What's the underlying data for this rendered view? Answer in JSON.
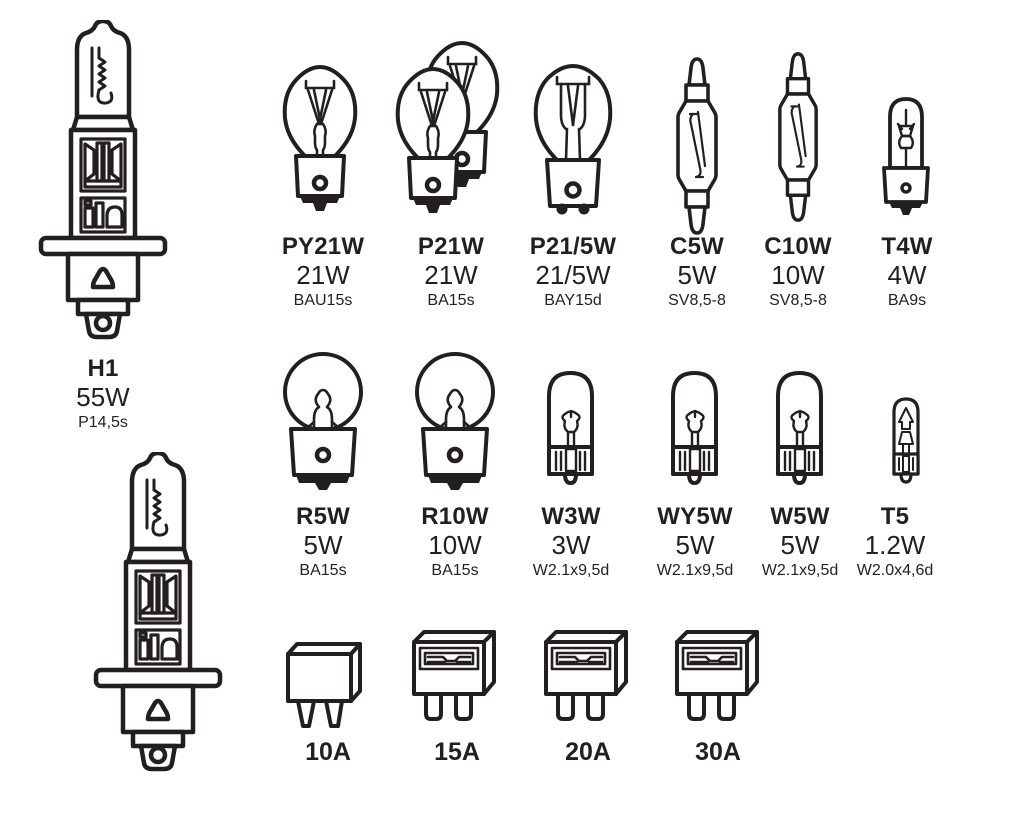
{
  "palette": {
    "ink": "#231f20",
    "background": "#ffffff"
  },
  "h1": {
    "name": "H1",
    "watt": "55W",
    "base": "P14,5s",
    "icon": "h1-halogen-bulb",
    "count_drawn": 2
  },
  "row1": [
    {
      "name": "PY21W",
      "watt": "21W",
      "base": "BAU15s",
      "icon": "pear-bulb"
    },
    {
      "name": "P21W",
      "watt": "21W",
      "base": "BA15s",
      "icon": "pear-bulb-pair"
    },
    {
      "name": "P21/5W",
      "watt": "21/5W",
      "base": "BAY15d",
      "icon": "pear-bulb-dual-filament"
    },
    {
      "name": "C5W",
      "watt": "5W",
      "base": "SV8,5-8",
      "icon": "festoon-bulb"
    },
    {
      "name": "C10W",
      "watt": "10W",
      "base": "SV8,5-8",
      "icon": "festoon-bulb"
    },
    {
      "name": "T4W",
      "watt": "4W",
      "base": "BA9s",
      "icon": "miniature-bayonet-bulb"
    }
  ],
  "row2": [
    {
      "name": "R5W",
      "watt": "5W",
      "base": "BA15s",
      "icon": "globe-bulb"
    },
    {
      "name": "R10W",
      "watt": "10W",
      "base": "BA15s",
      "icon": "globe-bulb"
    },
    {
      "name": "W3W",
      "watt": "3W",
      "base": "W2.1x9,5d",
      "icon": "wedge-bulb"
    },
    {
      "name": "WY5W",
      "watt": "5W",
      "base": "W2.1x9,5d",
      "icon": "wedge-bulb"
    },
    {
      "name": "W5W",
      "watt": "5W",
      "base": "W2.1x9,5d",
      "icon": "wedge-bulb"
    },
    {
      "name": "T5",
      "watt": "1.2W",
      "base": "W2.0x4,6d",
      "icon": "mini-wedge-bulb"
    }
  ],
  "fuses": [
    {
      "amps": "10A",
      "icon": "mini-blade-fuse"
    },
    {
      "amps": "15A",
      "icon": "standard-blade-fuse"
    },
    {
      "amps": "20A",
      "icon": "standard-blade-fuse"
    },
    {
      "amps": "30A",
      "icon": "standard-blade-fuse"
    }
  ]
}
